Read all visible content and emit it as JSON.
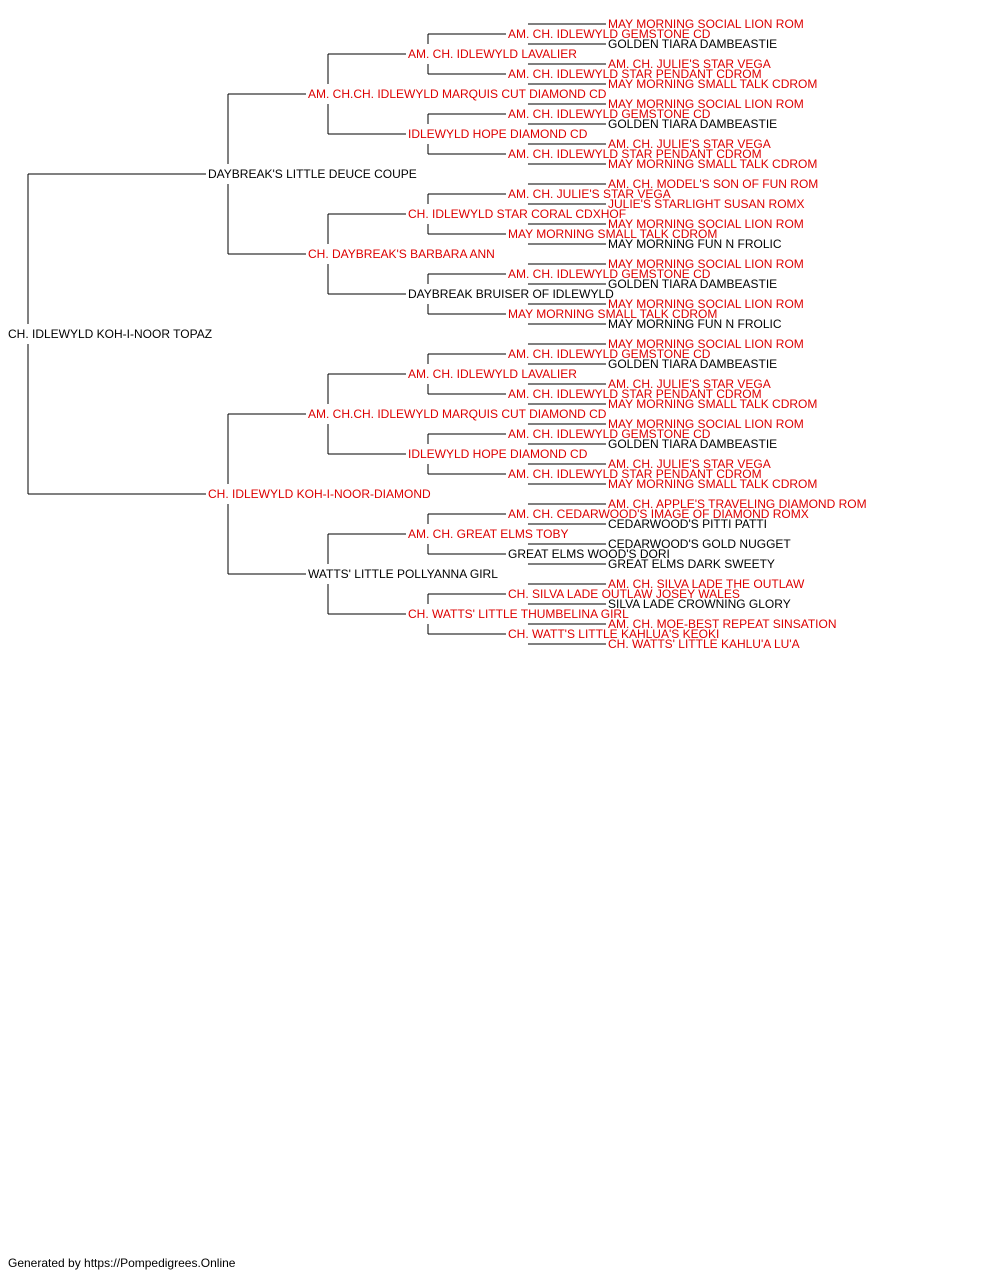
{
  "colors": {
    "titled": "#dd0000",
    "untitled": "#000000",
    "line": "#000000"
  },
  "pedigree": {
    "name": "CH. IDLEWYLD KOH-I-NOOR TOPAZ",
    "titled": false,
    "sire": {
      "name": "DAYBREAK'S LITTLE DEUCE COUPE",
      "titled": false,
      "sire": {
        "name": "AM. CH.CH. IDLEWYLD MARQUIS CUT DIAMOND CD",
        "titled": true,
        "sire": {
          "name": "AM. CH. IDLEWYLD LAVALIER",
          "titled": true,
          "sire": {
            "name": "AM. CH. IDLEWYLD GEMSTONE CD",
            "titled": true,
            "sire": {
              "name": "MAY MORNING SOCIAL LION ROM",
              "titled": true
            },
            "dam": {
              "name": "GOLDEN TIARA DAMBEASTIE",
              "titled": false
            }
          },
          "dam": {
            "name": "AM. CH. IDLEWYLD STAR PENDANT CDROM",
            "titled": true,
            "sire": {
              "name": "AM. CH. JULIE'S STAR VEGA",
              "titled": true
            },
            "dam": {
              "name": "MAY MORNING SMALL TALK CDROM",
              "titled": true
            }
          }
        },
        "dam": {
          "name": "IDLEWYLD HOPE DIAMOND CD",
          "titled": true,
          "sire": {
            "name": "AM. CH. IDLEWYLD GEMSTONE CD",
            "titled": true,
            "sire": {
              "name": "MAY MORNING SOCIAL LION ROM",
              "titled": true
            },
            "dam": {
              "name": "GOLDEN TIARA DAMBEASTIE",
              "titled": false
            }
          },
          "dam": {
            "name": "AM. CH. IDLEWYLD STAR PENDANT CDROM",
            "titled": true,
            "sire": {
              "name": "AM. CH. JULIE'S STAR VEGA",
              "titled": true
            },
            "dam": {
              "name": "MAY MORNING SMALL TALK CDROM",
              "titled": true
            }
          }
        }
      },
      "dam": {
        "name": "CH. DAYBREAK'S BARBARA ANN",
        "titled": true,
        "sire": {
          "name": "CH. IDLEWYLD STAR CORAL CDXHOF",
          "titled": true,
          "sire": {
            "name": "AM. CH. JULIE'S STAR VEGA",
            "titled": true,
            "sire": {
              "name": "AM. CH. MODEL'S SON OF FUN ROM",
              "titled": true
            },
            "dam": {
              "name": "JULIE'S STARLIGHT SUSAN ROMX",
              "titled": true
            }
          },
          "dam": {
            "name": "MAY MORNING SMALL TALK CDROM",
            "titled": true,
            "sire": {
              "name": "MAY MORNING SOCIAL LION ROM",
              "titled": true
            },
            "dam": {
              "name": "MAY MORNING FUN N FROLIC",
              "titled": false
            }
          }
        },
        "dam": {
          "name": "DAYBREAK BRUISER OF IDLEWYLD",
          "titled": false,
          "sire": {
            "name": "AM. CH. IDLEWYLD GEMSTONE CD",
            "titled": true,
            "sire": {
              "name": "MAY MORNING SOCIAL LION ROM",
              "titled": true
            },
            "dam": {
              "name": "GOLDEN TIARA DAMBEASTIE",
              "titled": false
            }
          },
          "dam": {
            "name": "MAY MORNING SMALL TALK CDROM",
            "titled": true,
            "sire": {
              "name": "MAY MORNING SOCIAL LION ROM",
              "titled": true
            },
            "dam": {
              "name": "MAY MORNING FUN N FROLIC",
              "titled": false
            }
          }
        }
      }
    },
    "dam": {
      "name": "CH. IDLEWYLD KOH-I-NOOR-DIAMOND",
      "titled": true,
      "sire": {
        "name": "AM. CH.CH. IDLEWYLD MARQUIS CUT DIAMOND CD",
        "titled": true,
        "sire": {
          "name": "AM. CH. IDLEWYLD LAVALIER",
          "titled": true,
          "sire": {
            "name": "AM. CH. IDLEWYLD GEMSTONE CD",
            "titled": true,
            "sire": {
              "name": "MAY MORNING SOCIAL LION ROM",
              "titled": true
            },
            "dam": {
              "name": "GOLDEN TIARA DAMBEASTIE",
              "titled": false
            }
          },
          "dam": {
            "name": "AM. CH. IDLEWYLD STAR PENDANT CDROM",
            "titled": true,
            "sire": {
              "name": "AM. CH. JULIE'S STAR VEGA",
              "titled": true
            },
            "dam": {
              "name": "MAY MORNING SMALL TALK CDROM",
              "titled": true
            }
          }
        },
        "dam": {
          "name": "IDLEWYLD HOPE DIAMOND CD",
          "titled": true,
          "sire": {
            "name": "AM. CH. IDLEWYLD GEMSTONE CD",
            "titled": true,
            "sire": {
              "name": "MAY MORNING SOCIAL LION ROM",
              "titled": true
            },
            "dam": {
              "name": "GOLDEN TIARA DAMBEASTIE",
              "titled": false
            }
          },
          "dam": {
            "name": "AM. CH. IDLEWYLD STAR PENDANT CDROM",
            "titled": true,
            "sire": {
              "name": "AM. CH. JULIE'S STAR VEGA",
              "titled": true
            },
            "dam": {
              "name": "MAY MORNING SMALL TALK CDROM",
              "titled": true
            }
          }
        }
      },
      "dam": {
        "name": "WATTS' LITTLE POLLYANNA GIRL",
        "titled": false,
        "sire": {
          "name": "AM. CH. GREAT ELMS TOBY",
          "titled": true,
          "sire": {
            "name": "AM. CH. CEDARWOOD'S IMAGE OF DIAMOND ROMX",
            "titled": true,
            "sire": {
              "name": "AM. CH. APPLE'S TRAVELING DIAMOND ROM",
              "titled": true
            },
            "dam": {
              "name": "CEDARWOOD'S PITTI PATTI",
              "titled": false
            }
          },
          "dam": {
            "name": "GREAT ELMS WOOD'S DORI",
            "titled": false,
            "sire": {
              "name": "CEDARWOOD'S GOLD NUGGET",
              "titled": false
            },
            "dam": {
              "name": "GREAT ELMS DARK SWEETY",
              "titled": false
            }
          }
        },
        "dam": {
          "name": "CH. WATTS' LITTLE THUMBELINA GIRL",
          "titled": true,
          "sire": {
            "name": "CH. SILVA LADE OUTLAW JOSEY WALES",
            "titled": true,
            "sire": {
              "name": "AM. CH. SILVA LADE THE OUTLAW",
              "titled": true
            },
            "dam": {
              "name": "SILVA LADE CROWNING GLORY",
              "titled": false
            }
          },
          "dam": {
            "name": "CH. WATT'S LITTLE KAHLUA'S KEOKI",
            "titled": true,
            "sire": {
              "name": "AM. CH. MOE-BEST REPEAT SINSATION",
              "titled": true
            },
            "dam": {
              "name": "CH. WATTS' LITTLE KAHLU'A LU'A",
              "titled": true
            }
          }
        }
      }
    }
  },
  "footer": "Generated by https://Pompedigrees.Online"
}
